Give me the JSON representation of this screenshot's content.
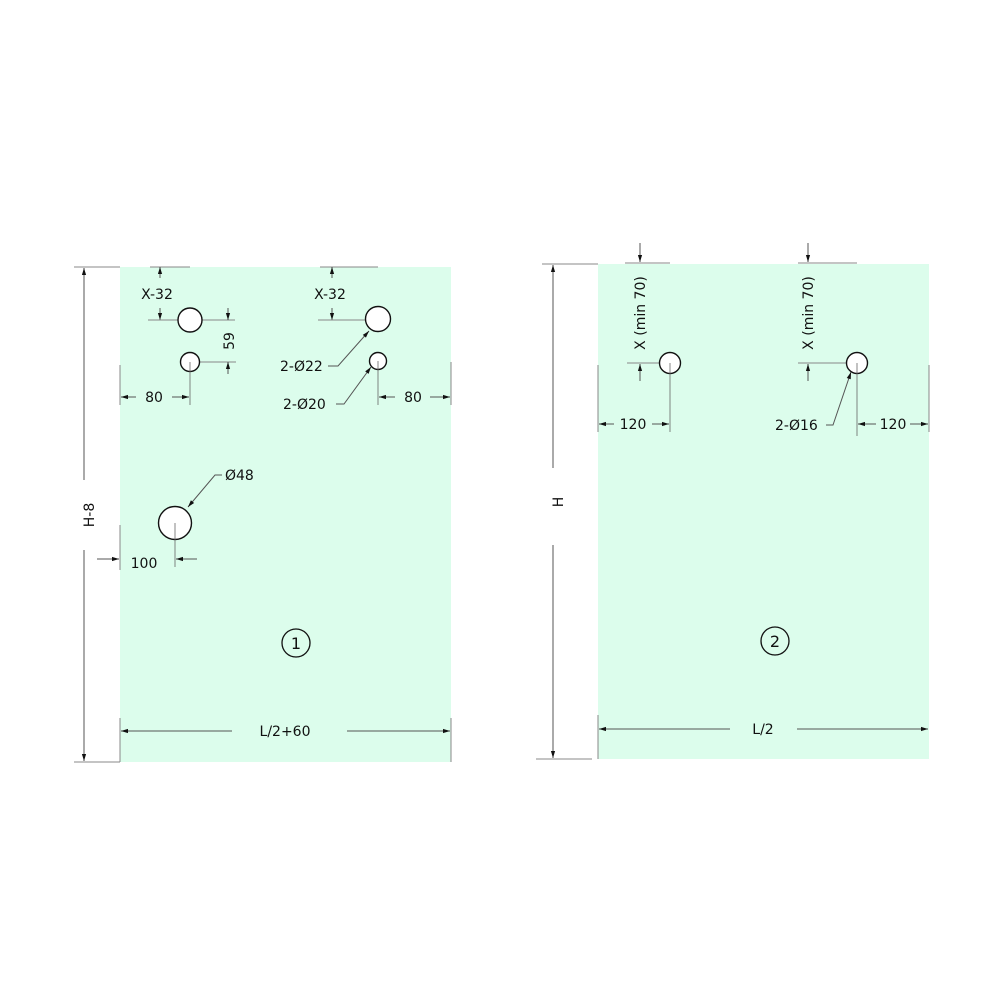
{
  "colors": {
    "panel_fill": "#dcfdec",
    "line": "#111111",
    "dim_line": "#555555"
  },
  "panel1": {
    "id_label": "1",
    "width_label": "L/2+60",
    "height_label": "H-8",
    "top_offset_left": "X-32",
    "top_offset_right": "X-32",
    "vertical_spacing": "59",
    "edge_offset_left": "80",
    "edge_offset_right": "80",
    "hole_22_label": "2-Ø22",
    "hole_20_label": "2-Ø20",
    "big_hole_label": "Ø48",
    "big_hole_offset": "100"
  },
  "panel2": {
    "id_label": "2",
    "width_label": "L/2",
    "height_label": "H",
    "top_offset_left": "X (min 70)",
    "top_offset_right": "X (min 70)",
    "edge_offset_left": "120",
    "edge_offset_right": "120",
    "hole_16_label": "2-Ø16"
  }
}
